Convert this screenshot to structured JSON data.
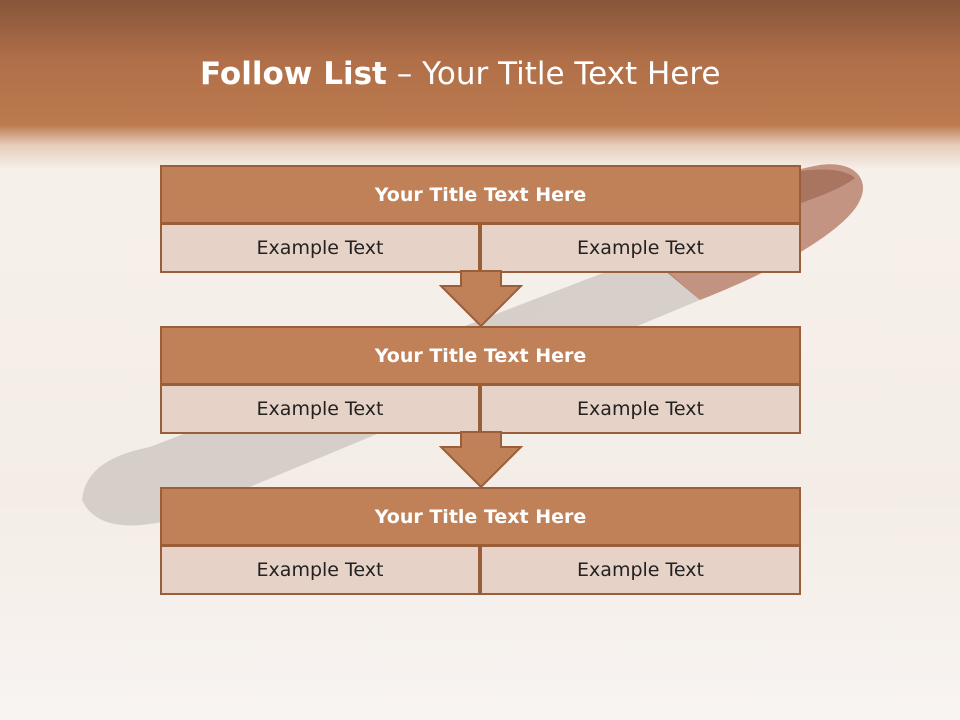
{
  "title": {
    "bold": "Follow List",
    "separator": " – ",
    "rest": "Your Title Text Here"
  },
  "blocks": [
    {
      "title": "Your Title Text Here",
      "left": "Example Text",
      "right": "Example Text"
    },
    {
      "title": "Your Title Text Here",
      "left": "Example Text",
      "right": "Example Text"
    },
    {
      "title": "Your Title Text Here",
      "left": "Example Text",
      "right": "Example Text"
    }
  ],
  "colors": {
    "header": "#b06f48",
    "box_fill": "#c08159",
    "box_border": "#9b5e3a",
    "cell_fill": "#e6d2c7",
    "background": "#f6f0eb"
  }
}
